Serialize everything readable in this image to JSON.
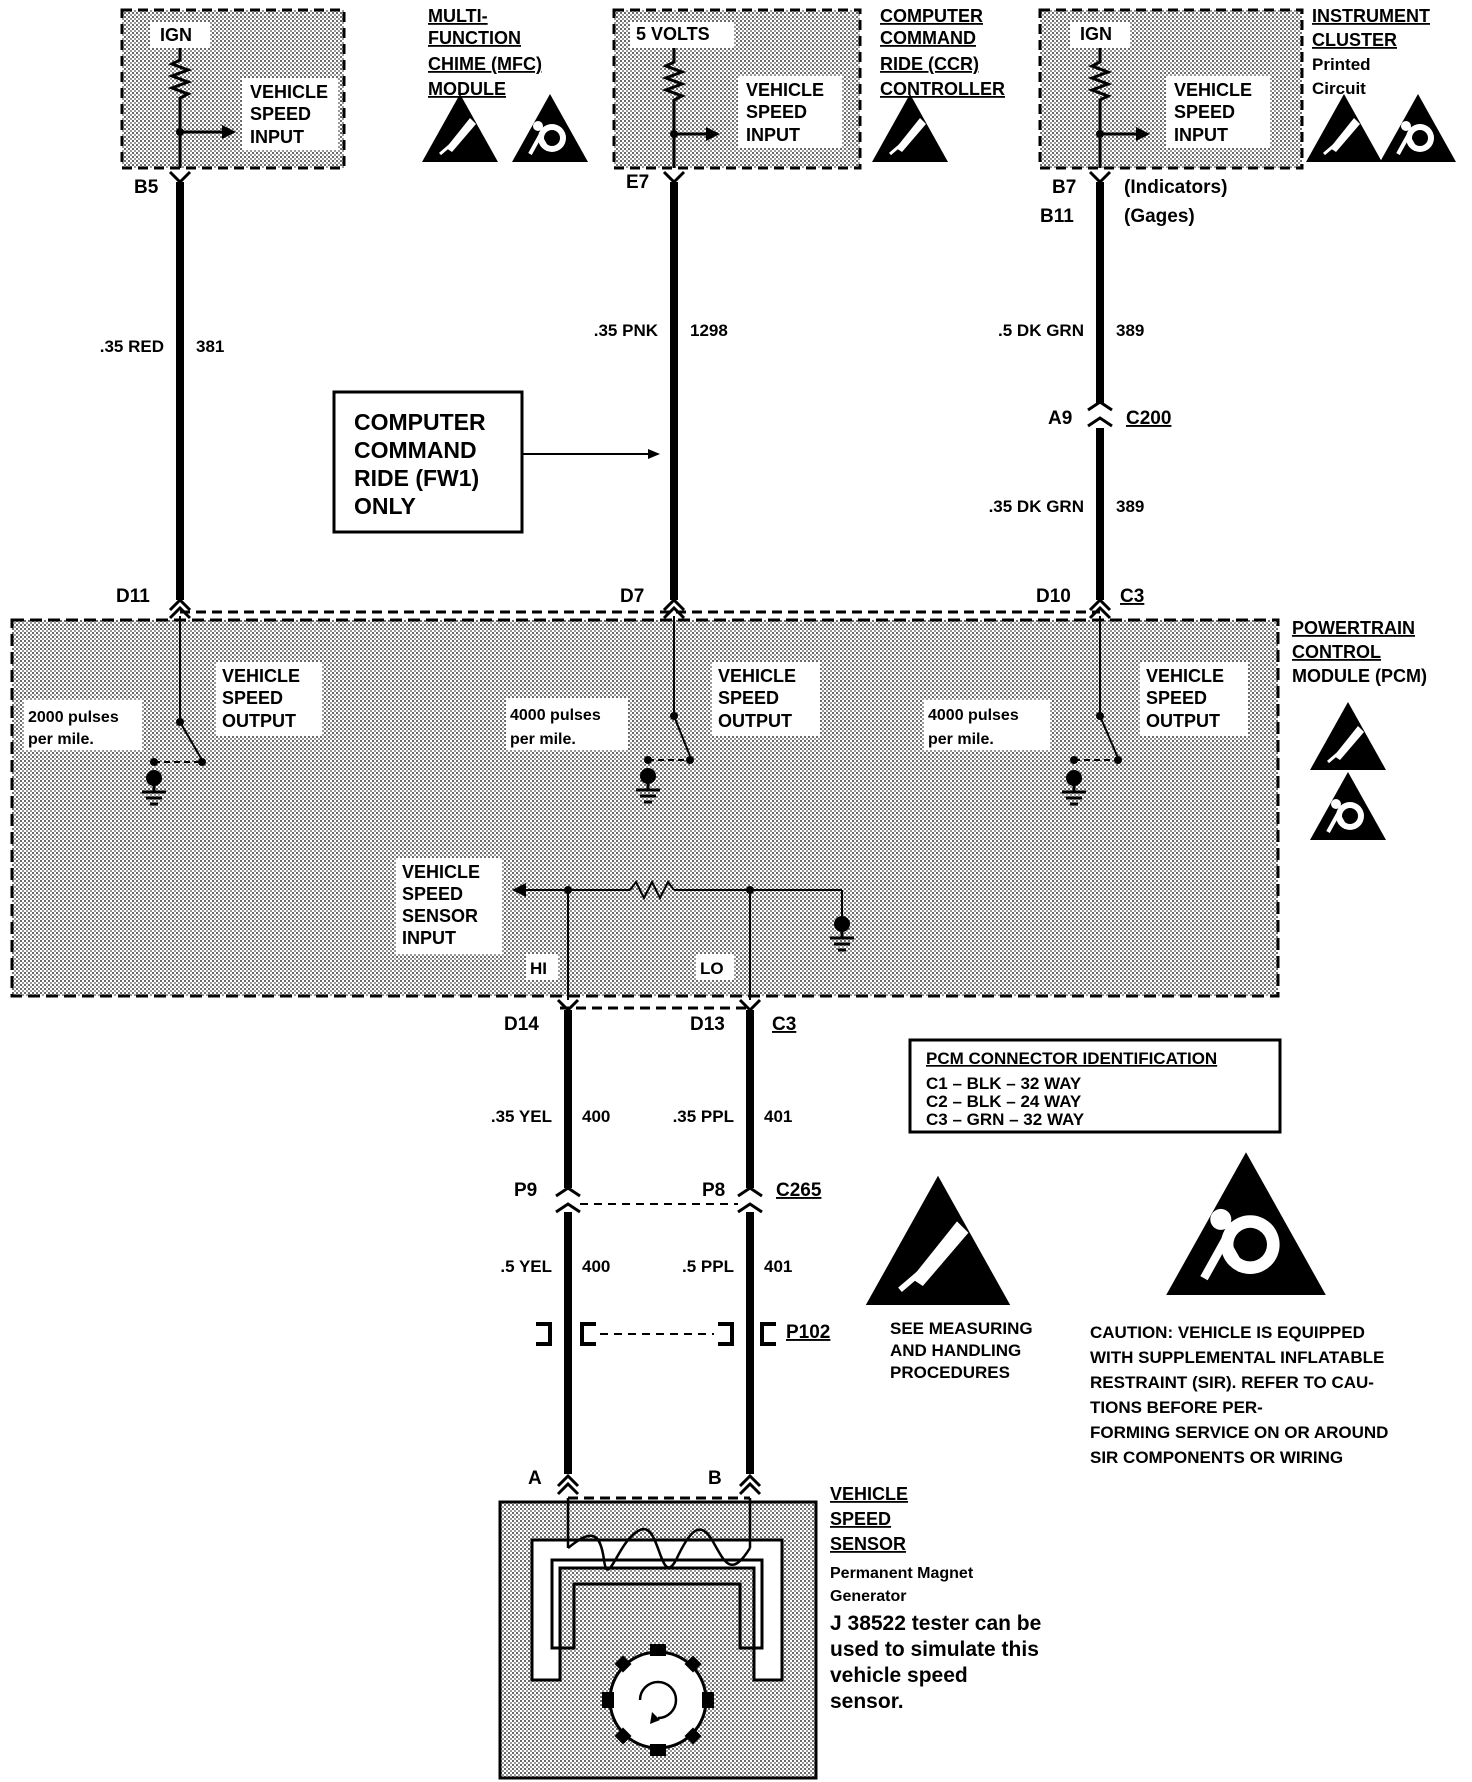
{
  "modules": {
    "mfc": {
      "title": [
        "MULTI-",
        "FUNCTION",
        "CHIME (MFC)",
        "MODULE"
      ],
      "supply": "IGN",
      "input": [
        "VEHICLE",
        "SPEED",
        "INPUT"
      ],
      "pin": "B5"
    },
    "ccr": {
      "title": [
        "COMPUTER",
        "COMMAND",
        "RIDE (CCR)",
        "CONTROLLER"
      ],
      "supply": "5 VOLTS",
      "input": [
        "VEHICLE",
        "SPEED",
        "INPUT"
      ],
      "pin": "E7"
    },
    "cluster": {
      "title": [
        "INSTRUMENT",
        "CLUSTER"
      ],
      "subtitle": [
        "Printed",
        "Circuit"
      ],
      "supply": "IGN",
      "input": [
        "VEHICLE",
        "SPEED",
        "INPUT"
      ],
      "pin1": "B7",
      "pin1_note": "(Indicators)",
      "pin2": "B11",
      "pin2_note": "(Gages)"
    }
  },
  "wires": {
    "mfc": {
      "size_color": ".35 RED",
      "circuit": "381"
    },
    "ccr": {
      "size_color": ".35 PNK",
      "circuit": "1298"
    },
    "cluster_upper": {
      "size_color": ".5 DK GRN",
      "circuit": "389"
    },
    "cluster_lower": {
      "size_color": ".35 DK GRN",
      "circuit": "389"
    },
    "hi_upper": {
      "size_color": ".35 YEL",
      "circuit": "400"
    },
    "lo_upper": {
      "size_color": ".35 PPL",
      "circuit": "401"
    },
    "hi_lower": {
      "size_color": ".5 YEL",
      "circuit": "400"
    },
    "lo_lower": {
      "size_color": ".5 PPL",
      "circuit": "401"
    }
  },
  "connectors": {
    "c200": {
      "pin": "A9",
      "name": "C200"
    },
    "c265": {
      "pin_hi": "P9",
      "pin_lo": "P8",
      "name": "C265"
    },
    "p102": {
      "name": "P102"
    },
    "pcm_top": {
      "pin1": "D11",
      "pin2": "D7",
      "pin3": "D10",
      "name": "C3"
    },
    "pcm_bottom": {
      "pin1": "D14",
      "pin2": "D13",
      "name": "C3"
    },
    "sensor": {
      "pin_a": "A",
      "pin_b": "B"
    }
  },
  "note_box": [
    "COMPUTER",
    "COMMAND",
    "RIDE (FW1)",
    "ONLY"
  ],
  "pcm": {
    "title": [
      "POWERTRAIN",
      "CONTROL",
      "MODULE (PCM)"
    ],
    "outputs": [
      {
        "label": [
          "VEHICLE",
          "SPEED",
          "OUTPUT"
        ],
        "pulses": [
          "2000 pulses",
          "per mile."
        ]
      },
      {
        "label": [
          "VEHICLE",
          "SPEED",
          "OUTPUT"
        ],
        "pulses": [
          "4000 pulses",
          "per mile."
        ]
      },
      {
        "label": [
          "VEHICLE",
          "SPEED",
          "OUTPUT"
        ],
        "pulses": [
          "4000 pulses",
          "per mile."
        ]
      }
    ],
    "sensor_input": [
      "VEHICLE",
      "SPEED",
      "SENSOR",
      "INPUT"
    ],
    "hi": "HI",
    "lo": "LO"
  },
  "pcm_connector_id": {
    "title": "PCM CONNECTOR IDENTIFICATION",
    "rows": [
      "C1 – BLK – 32 WAY",
      "C2 – BLK – 24 WAY",
      "C3 – GRN – 32 WAY"
    ]
  },
  "esd_note": [
    "SEE MEASURING",
    "AND HANDLING",
    "PROCEDURES"
  ],
  "sir_caution": [
    "CAUTION: VEHICLE IS EQUIPPED",
    "WITH SUPPLEMENTAL INFLATABLE",
    "RESTRAINT (SIR). REFER TO CAU-",
    "TIONS  BEFORE PER-",
    "FORMING SERVICE ON OR AROUND",
    "SIR COMPONENTS OR WIRING"
  ],
  "sensor": {
    "title": [
      "VEHICLE",
      "SPEED",
      "SENSOR"
    ],
    "subtitle": [
      "Permanent Magnet",
      "Generator"
    ],
    "note": [
      "J 38522 tester can be",
      "used to simulate this",
      "vehicle speed",
      "sensor."
    ]
  }
}
